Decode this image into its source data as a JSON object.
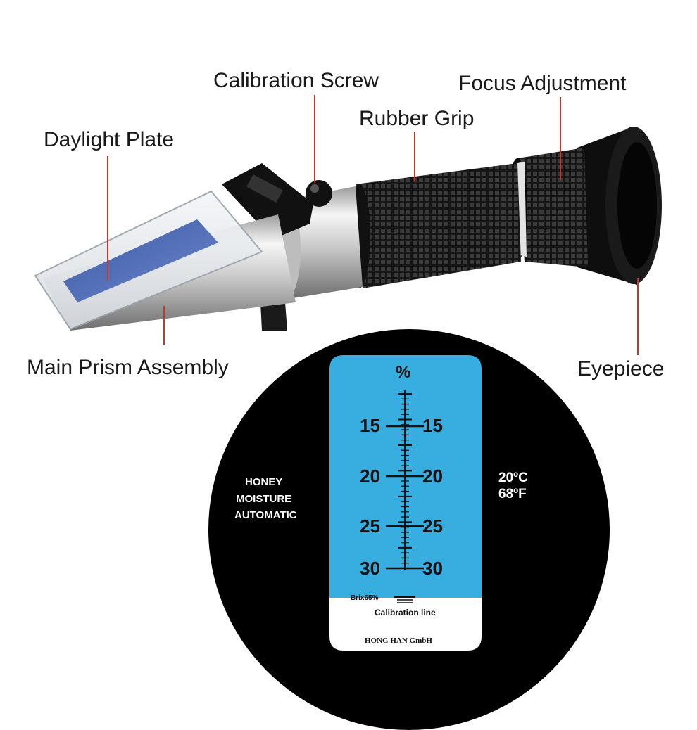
{
  "callouts": {
    "daylight_plate": "Daylight Plate",
    "calibration_screw": "Calibration Screw",
    "rubber_grip": "Rubber Grip",
    "focus_adjustment": "Focus Adjustment",
    "main_prism_assembly": "Main Prism Assembly",
    "eyepiece": "Eyepiece"
  },
  "scope_view": {
    "unit": "%",
    "left_label": [
      "HONEY",
      "MOISTURE",
      "AUTOMATIC"
    ],
    "right_label": [
      "20ºC",
      "68ºF"
    ],
    "scale_labels": [
      "15",
      "20",
      "25",
      "30"
    ],
    "brix_label": "Brix65%",
    "calibration_label": "Calibration line",
    "maker_label": "HONG HAN GmbH"
  },
  "colors": {
    "leader_line": "#c0392b",
    "scope_blue": "#38aee0",
    "scope_background": "#000000"
  },
  "icons": [
    "refractometer-illustration"
  ]
}
